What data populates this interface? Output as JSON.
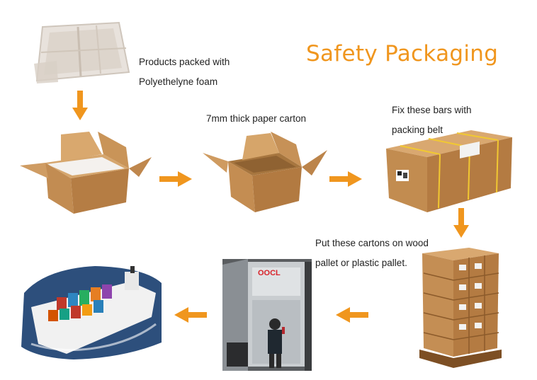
{
  "title": "Safety Packaging",
  "steps": [
    {
      "line1": "Products packed with",
      "line2": "Polyethelyne foam"
    },
    {
      "line1": "7mm thick paper carton"
    },
    {
      "line1": "Fix these bars with",
      "line2": "packing belt"
    },
    {
      "line1": "Put these cartons on wood",
      "line2": "pallet or plastic pallet."
    }
  ],
  "container_label": "OOCL",
  "colors": {
    "accent": "#f0961e",
    "cardboard": "#c8955e",
    "cardboard_dark": "#a6733f"
  },
  "icons": [
    "arrow-down-icon",
    "arrow-right-icon",
    "arrow-left-icon"
  ]
}
